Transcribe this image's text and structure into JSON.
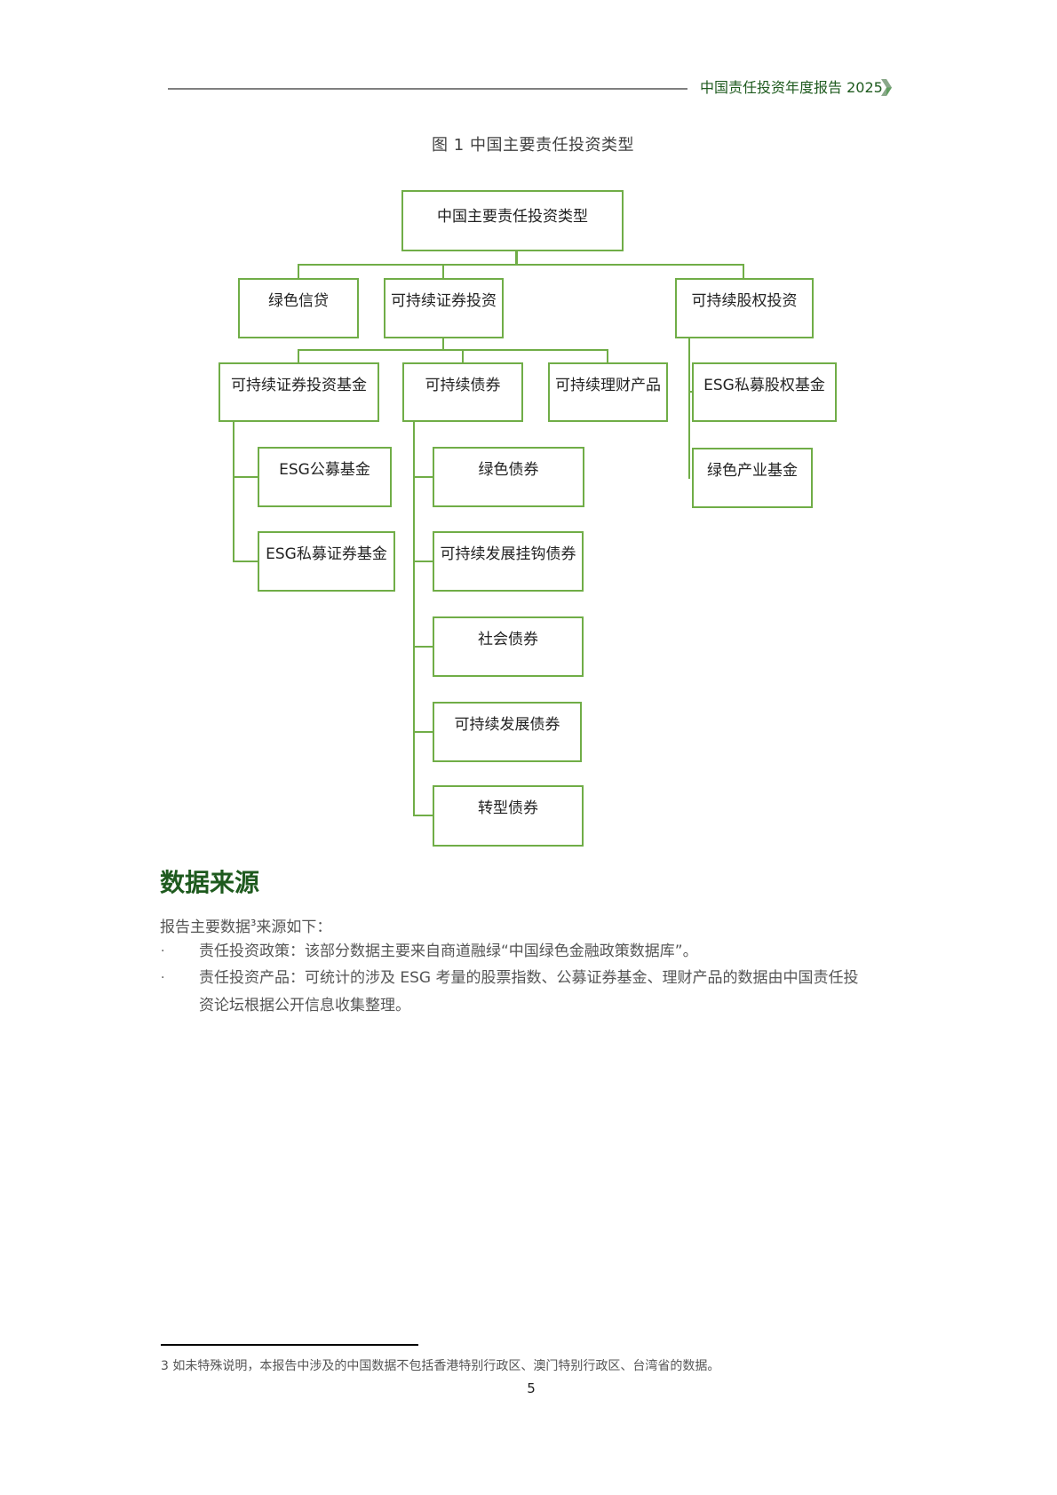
{
  "header": {
    "report_title": "中国责任投资年度报告 2025",
    "arrow_icon": "chevron-right-icon",
    "accent_color": "#1e5a1e"
  },
  "figure": {
    "caption": "图 1 中国主要责任投资类型",
    "line_color": "#70AD47",
    "root": "中国主要责任投资类型",
    "level1": [
      "绿色信贷",
      "可持续证券投资",
      "可持续股权投资"
    ],
    "securities_children": [
      "可持续证券投资基金",
      "可持续债券",
      "可持续理财产品"
    ],
    "fund_children": [
      "ESG公募基金",
      "ESG私募证券基金"
    ],
    "bond_children": [
      "绿色债券",
      "可持续发展挂钩债券",
      "社会债券",
      "可持续发展债券",
      "转型债券"
    ],
    "equity_children": [
      "ESG私募股权基金",
      "绿色产业基金"
    ]
  },
  "section": {
    "heading": "数据来源",
    "intro_before": "报告主要数据",
    "intro_footnote_ref": "3",
    "intro_after": "来源如下：",
    "bullets": [
      {
        "dot": "·",
        "lines": [
          "责任投资政策：该部分数据主要来自商道融绿“中国绿色金融政策数据库”。"
        ]
      },
      {
        "dot": "·",
        "lines": [
          "责任投资产品：可统计的涉及 ESG 考量的股票指数、公募证券基金、理财产品的数据由中国责任投",
          "资论坛根据公开信息收集整理。"
        ]
      }
    ]
  },
  "footnote": {
    "text": "3  如未特殊说明，本报告中涉及的中国数据不包括香港特别行政区、澳门特别行政区、台湾省的数据。"
  },
  "page": {
    "number": "5"
  }
}
